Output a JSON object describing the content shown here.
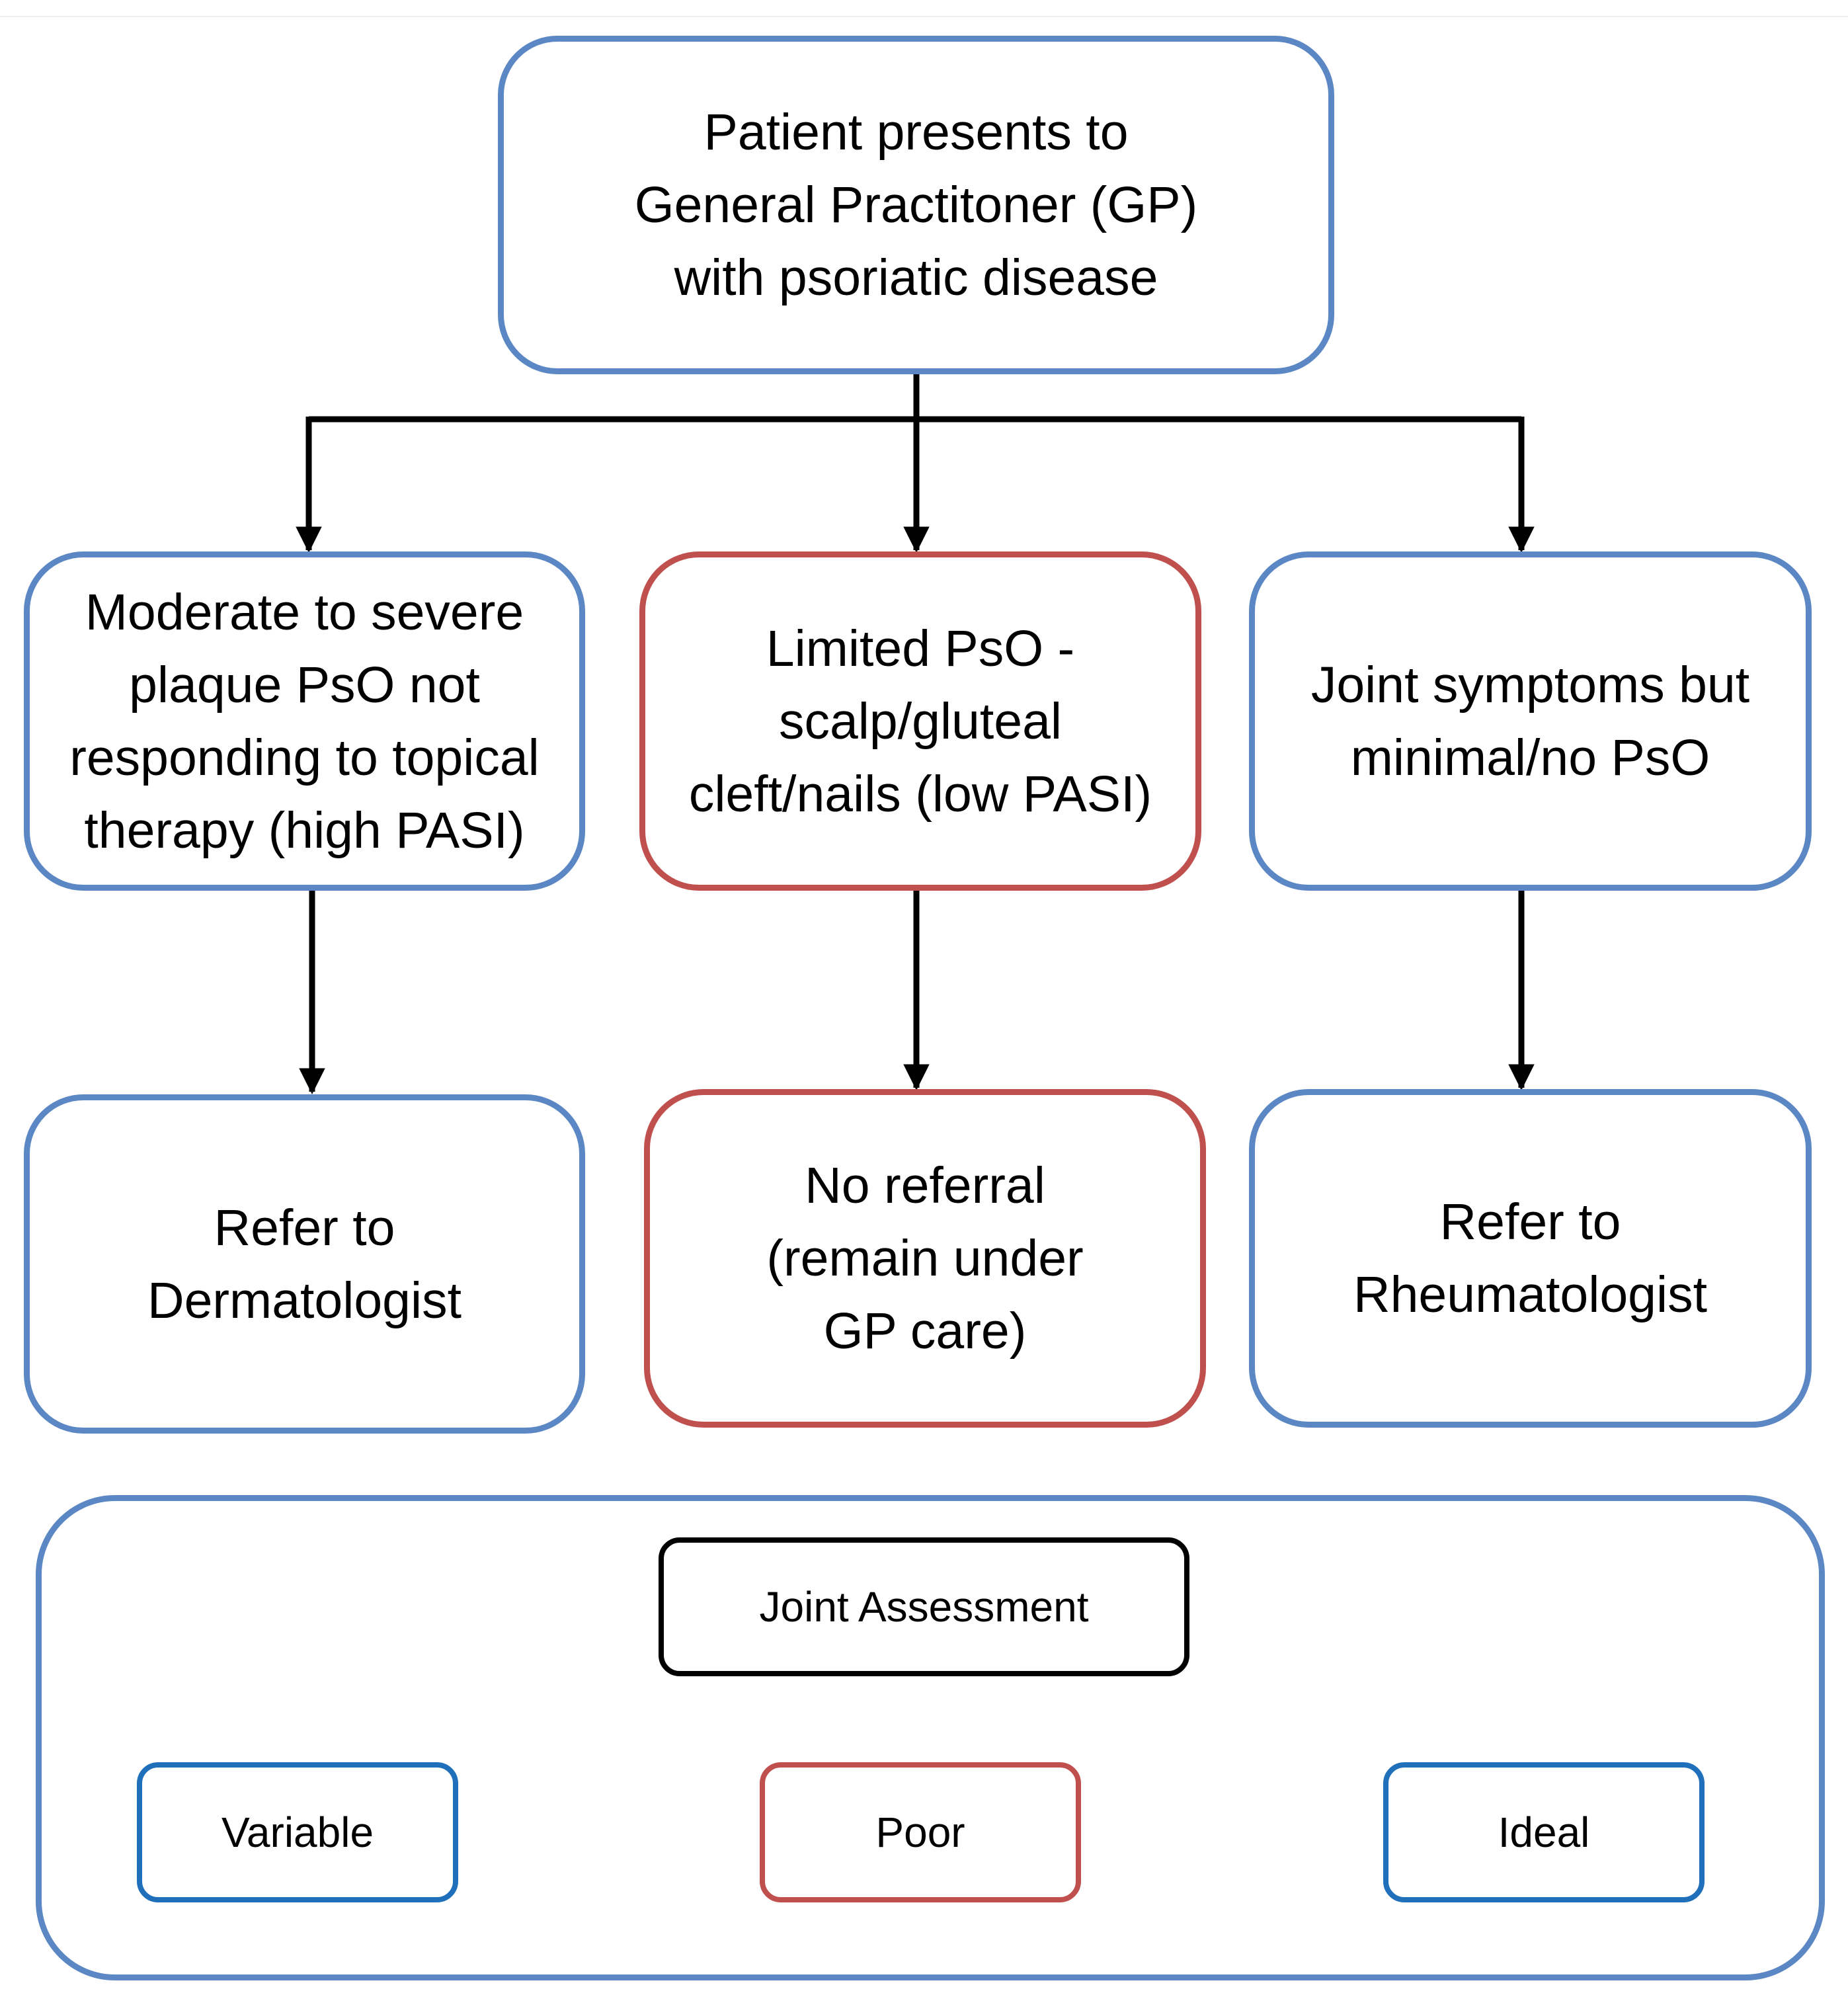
{
  "colors": {
    "variable_border": "#5b87c4",
    "poor_border": "#c0504d",
    "ideal_border": "#5b87c4",
    "connector": "#000000"
  },
  "flowchart": {
    "start": {
      "text": "Patient presents to\nGeneral Practitoner (GP)\nwith psoriatic disease",
      "category": "variable"
    },
    "branches": [
      {
        "condition": {
          "text": "Moderate to severe\nplaque PsO not\nresponding to topical\ntherapy (high PASI)",
          "category": "variable"
        },
        "outcome": {
          "text": "Refer to\nDermatologist",
          "category": "variable"
        }
      },
      {
        "condition": {
          "text": "Limited PsO -\nscalp/gluteal\ncleft/nails (low PASI)",
          "category": "poor"
        },
        "outcome": {
          "text": "No referral\n(remain under\nGP care)",
          "category": "poor"
        }
      },
      {
        "condition": {
          "text": "Joint symptoms but\nminimal/no PsO",
          "category": "ideal"
        },
        "outcome": {
          "text": "Refer to\nRheumatologist",
          "category": "ideal"
        }
      }
    ]
  },
  "legend": {
    "title": "Joint Assessment",
    "items": [
      {
        "label": "Variable",
        "color": "#1f6fba"
      },
      {
        "label": "Poor",
        "color": "#c0504d"
      },
      {
        "label": "Ideal",
        "color": "#1f6fba"
      }
    ]
  }
}
